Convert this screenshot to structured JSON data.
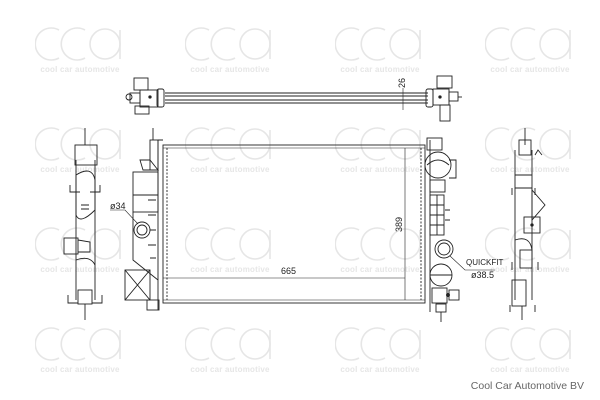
{
  "drawing": {
    "subject": "radiator technical drawing",
    "views": [
      "top-view",
      "front-view",
      "left-side-view",
      "right-side-view"
    ]
  },
  "dimensions": {
    "width": "665",
    "height": "389",
    "depth": "26",
    "inlet_diameter": "ø34",
    "outlet_label": "QUICKFIT",
    "outlet_diameter": "ø38.5"
  },
  "watermark": {
    "text": "cool car automotive",
    "logo": "cca-logo",
    "color": "#e6e6e6"
  },
  "footer": {
    "company": "Cool Car Automotive BV"
  },
  "colors": {
    "line": "#222222",
    "background": "#ffffff",
    "footer_text": "#666666"
  }
}
